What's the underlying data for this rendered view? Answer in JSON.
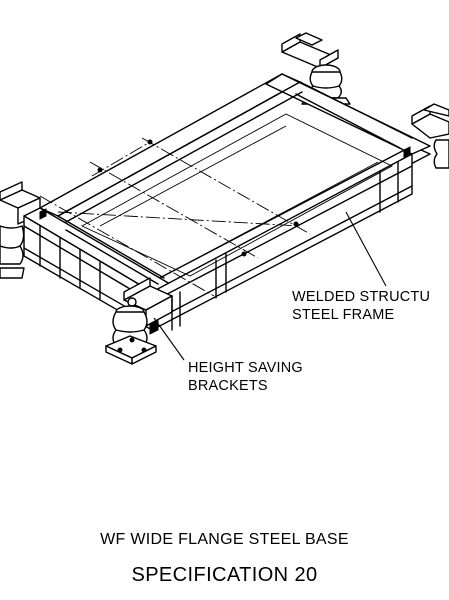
{
  "callouts": {
    "welded_frame": {
      "line1": "WELDED STRUCTU",
      "line2": "STEEL FRAME"
    },
    "height_saving": {
      "line1": "HEIGHT SAVING",
      "line2": "BRACKETS"
    }
  },
  "caption": {
    "subtitle": "WF WIDE FLANGE STEEL BASE",
    "title": "SPECIFICATION 20"
  },
  "colors": {
    "ink": "#000000",
    "paper": "#ffffff"
  }
}
